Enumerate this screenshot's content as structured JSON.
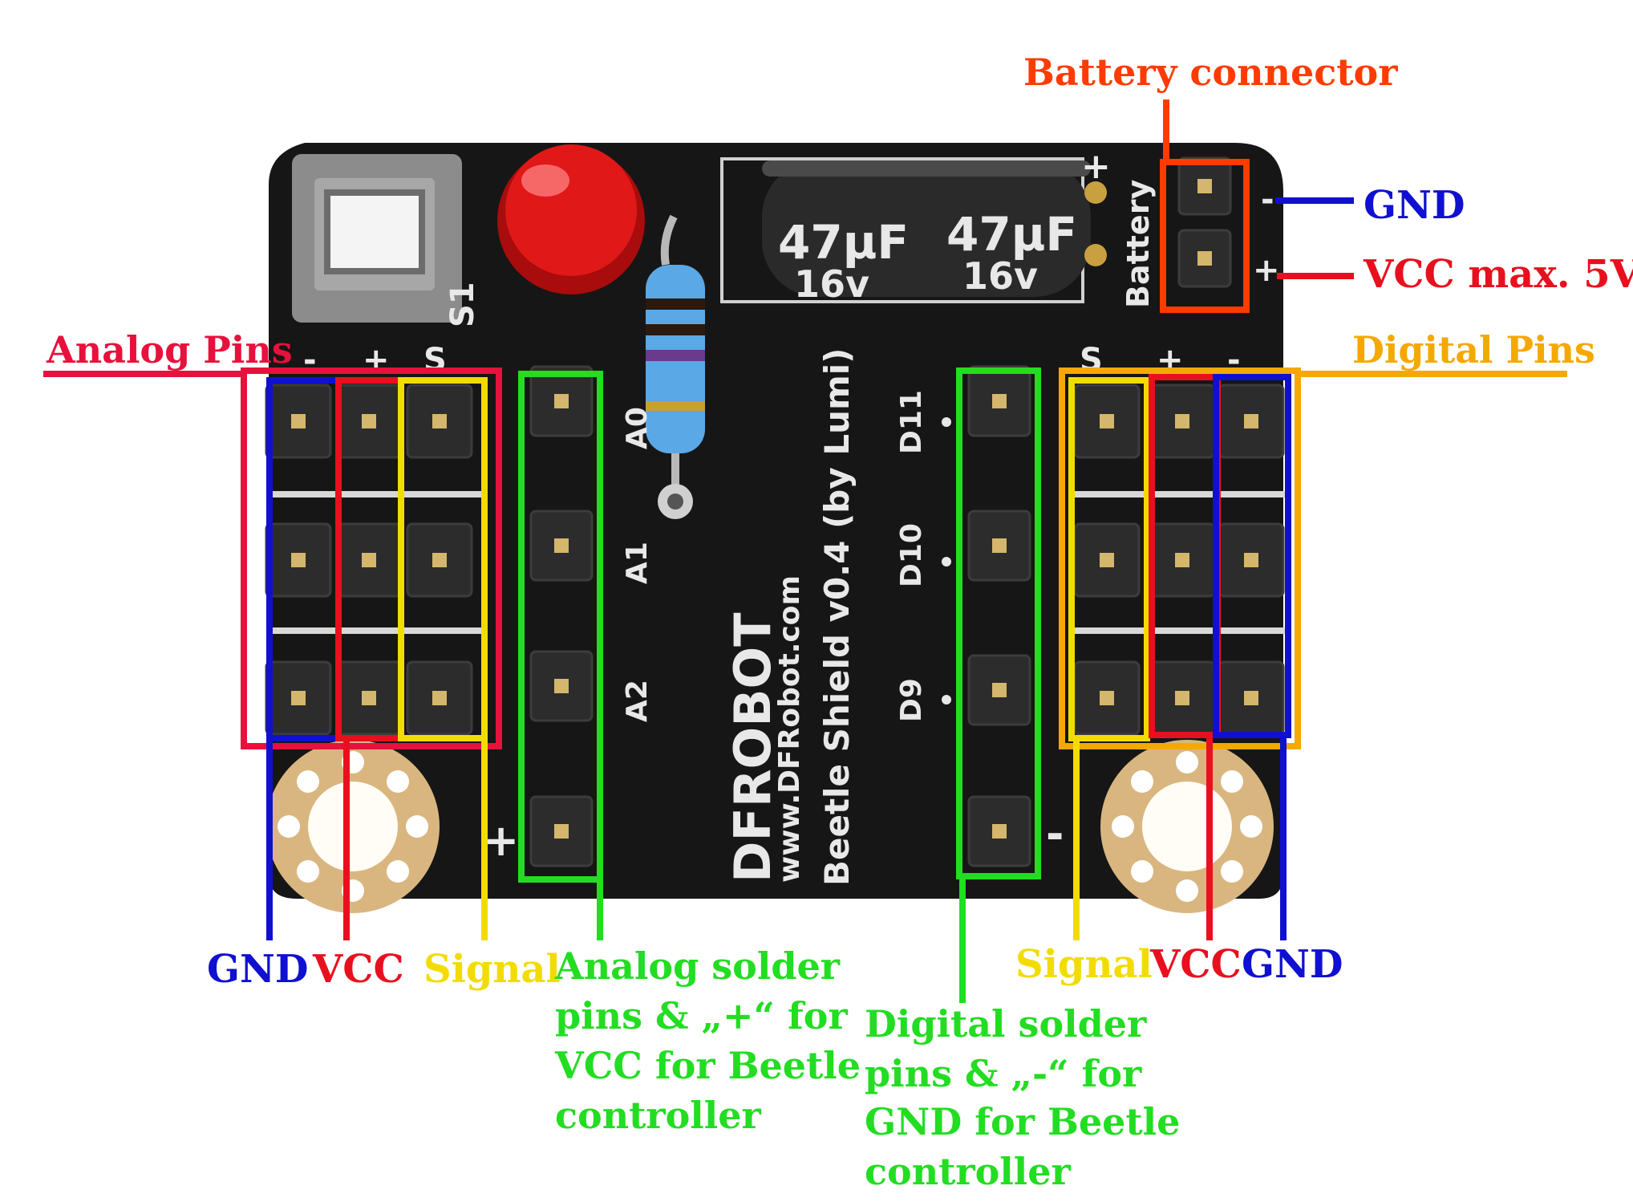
{
  "labels": {
    "battery_connector": "Battery connector",
    "gnd_top": "GND",
    "vcc_max": "VCC max. 5V",
    "analog_pins": "Analog Pins",
    "digital_pins": "Digital Pins",
    "analog_gnd": "GND",
    "analog_vcc": "VCC",
    "analog_signal": "Signal",
    "analog_solder": [
      "Analog solder",
      "pins & „+“ for",
      "VCC for Beetle",
      "controller"
    ],
    "digital_solder": [
      "Digital solder",
      "pins & „-“ for",
      "GND for Beetle",
      "controller"
    ],
    "digital_signal": "Signal",
    "digital_vcc": "VCC",
    "digital_gnd": "GND"
  },
  "board": {
    "brand": "DFROBOT",
    "url": "www.DFRobot.com",
    "model": "Beetle Shield v0.4 (by Lumi)",
    "cap_text_1": "47µF",
    "cap_text_2": "16v",
    "switch": "S1",
    "battery": "Battery",
    "analog_pin_names": [
      "A0",
      "A1",
      "A2"
    ],
    "digital_pin_names": [
      "D11",
      "D10",
      "D9"
    ],
    "analog_header": [
      "-",
      "+",
      "S"
    ],
    "digital_header": [
      "S",
      "+",
      "-"
    ],
    "plus": "+",
    "minus": "-"
  },
  "colors": {
    "gnd": "#1010d0",
    "vcc": "#e8101e",
    "signal": "#f2dc00",
    "solder": "#22dd22",
    "battery": "#ff3b00",
    "analog": "#e8103c",
    "digital": "#f5a800",
    "pcb": "#161616"
  }
}
